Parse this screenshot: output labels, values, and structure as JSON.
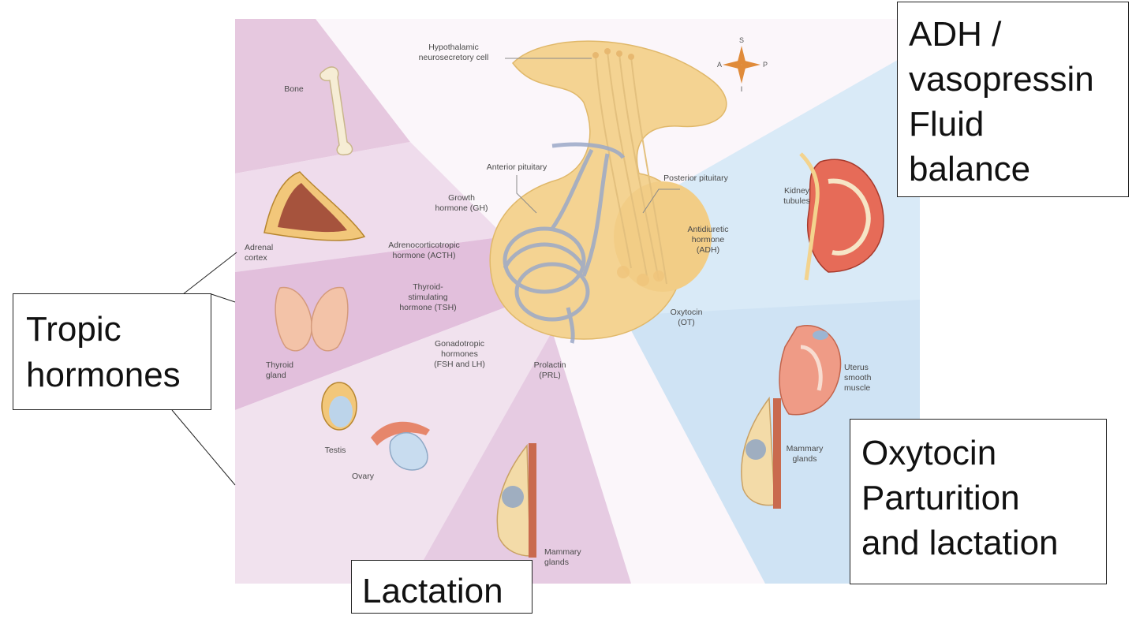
{
  "diagram": {
    "structure_labels": {
      "hypothalamic": "Hypothalamic\nneurosecretory cell",
      "anterior": "Anterior pituitary",
      "posterior": "Posterior pituitary",
      "gh": "Growth\nhormone (GH)",
      "acth": "Adrenocorticotropic\nhormone (ACTH)",
      "tsh": "Thyroid-\nstimulating\nhormone (TSH)",
      "gonado": "Gonadotropic\nhormones\n(FSH and LH)",
      "prl": "Prolactin\n(PRL)",
      "adh": "Antidiuretic\nhormone\n(ADH)",
      "ot": "Oxytocin\n(OT)"
    },
    "target_labels": {
      "bone": "Bone",
      "adrenal": "Adrenal\ncortex",
      "thyroid": "Thyroid\ngland",
      "testis": "Testis",
      "ovary": "Ovary",
      "mammary_left": "Mammary\nglands",
      "kidney": "Kidney\ntubules",
      "uterus": "Uterus\nsmooth\nmuscle",
      "mammary_right": "Mammary\nglands"
    },
    "compass": {
      "s": "S",
      "a": "A",
      "p": "P",
      "i": "I"
    },
    "colors": {
      "anterior_region": "#e7c9e1",
      "posterior_region": "#d6e8f6",
      "gland": "#f4d392",
      "vessels": "#9ba9c8"
    }
  },
  "callouts": {
    "tropic": "Tropic\nhormones",
    "adh": "ADH /\nvasopressin\nFluid\nbalance",
    "lactation": "Lactation",
    "oxytocin": "Oxytocin\nParturition\nand lactation"
  }
}
